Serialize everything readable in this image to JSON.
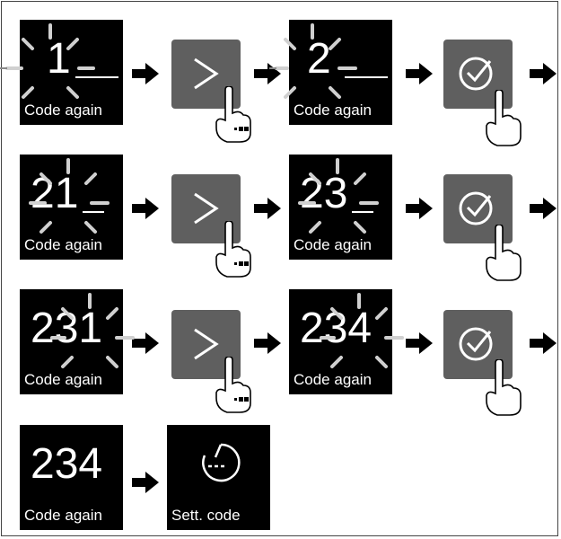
{
  "captions": {
    "code_again": "Code again",
    "sett_code": "Sett. code"
  },
  "displays": [
    {
      "digits": "1",
      "caption": "Code again"
    },
    {
      "digits": "2",
      "caption": "Code again"
    },
    {
      "digits": "21",
      "caption": "Code again"
    },
    {
      "digits": "23",
      "caption": "Code again"
    },
    {
      "digits": "231",
      "caption": "Code again"
    },
    {
      "digits": "234",
      "caption": "Code again"
    },
    {
      "digits": "234",
      "caption": "Code again"
    },
    {
      "digits": "",
      "caption": "Sett. code"
    }
  ],
  "colors": {
    "display_bg": "#000000",
    "key_bg": "#5f5f5f",
    "text": "#ffffff",
    "arrow": "#000000"
  },
  "icons": {
    "next_key": "chevron-right-icon",
    "confirm_key": "check-circle-icon",
    "finger": "pointing-hand-icon",
    "timer": "timer-icon",
    "flow": "arrow-right-icon"
  }
}
